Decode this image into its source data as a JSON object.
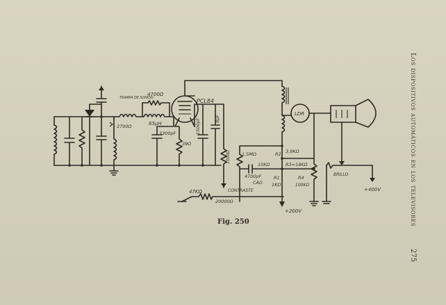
{
  "figure": {
    "caption": "Fig. 250",
    "labels": {
      "trampa_sonido": "TRAMPA DE SONIDO",
      "r_4700": "4700Ω",
      "ind_65uh": "65μH",
      "tube": "PCL84",
      "r_2700": "2700Ω",
      "c_3300pf": "3300pF",
      "r_39": "39Ω",
      "c_1500pf": "1500pF",
      "c_8uf": "8μF",
      "r_1000": "1000Ω",
      "r_1_5m": "1,5MΩ",
      "r2": "R2",
      "r_3_9k": "3,9KΩ",
      "r_10k": "10KΩ",
      "r3": "R3=18KΩ",
      "c_4700pf": "4700pF",
      "cag": "CAG",
      "r1_top": "R1",
      "r1_bot": "1KΩ",
      "r4_top": "R4",
      "r4_bot": "100KΩ",
      "ldr": "LDR",
      "brillo": "BRILLO",
      "v400": "+400V",
      "v200": "+200V",
      "r_47k": "47KΩ",
      "contraste": "CONTRASTE",
      "r_20000": "20000Ω"
    }
  },
  "running_head": "Los dispositivos automáticos en los televisores",
  "page_number": "275"
}
